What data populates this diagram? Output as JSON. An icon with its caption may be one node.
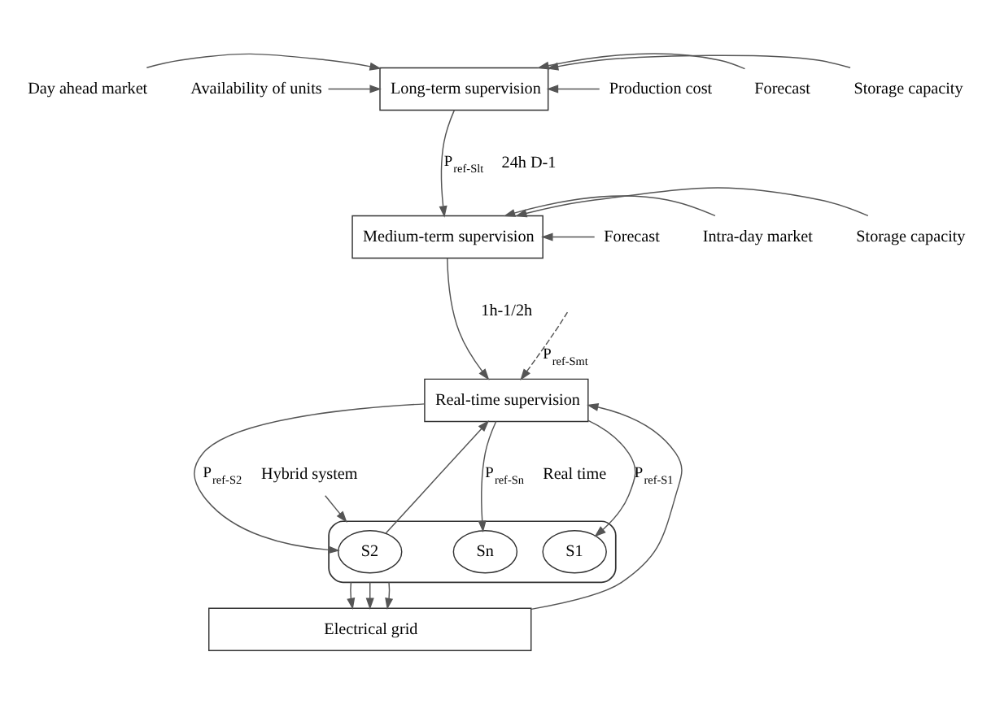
{
  "diagram": {
    "nodes": [
      {
        "text": [
          "Day ahead market"
        ]
      },
      {
        "text": [
          "Availability of units"
        ]
      },
      {
        "text": [
          "Long-term supervision"
        ]
      },
      {
        "text": [
          "Storage capacity"
        ]
      },
      {
        "text": [
          "Forecast"
        ]
      },
      {
        "text": [
          "Production cost"
        ]
      },
      {
        "text": [
          "Medium-term supervision"
        ]
      },
      {
        "text": [
          "Intra-day market"
        ]
      },
      {
        "text": [
          "Forecast"
        ]
      },
      {
        "text": [
          "Storage capacity"
        ]
      },
      {
        "text": [
          "Real-time supervision"
        ]
      },
      {
        "text": [
          "Hybrid system"
        ]
      },
      {
        "text": [],
        "shape": "ellipse"
      },
      {
        "text": [
          "S1"
        ],
        "in": 12
      },
      {
        "text": [
          "S2"
        ],
        "in": 12
      },
      {
        "text": [
          "Sn"
        ],
        "in": 12
      },
      {
        "text": [
          "Electrical grid"
        ]
      }
    ],
    "edges": [
      {
        "from": 0,
        "to": 2,
        "arrow": "to"
      },
      {
        "from": 1,
        "to": 2,
        "arrow": "to"
      },
      {
        "from": 3,
        "to": 2,
        "arrow": "to"
      },
      {
        "from": 4,
        "to": 2,
        "arrow": "to"
      },
      {
        "from": 5,
        "to": 2,
        "arrow": "to"
      },
      {
        "from": 2,
        "to": 6,
        "arrow": "to",
        "label": "P$_{ref-Slt}$"
      },
      {
        "from": 7,
        "to": 6,
        "arrow": "to"
      },
      {
        "from": 8,
        "to": 6,
        "arrow": "to"
      },
      {
        "from": 9,
        "to": 6,
        "arrow": "to"
      },
      {
        "from": null,
        "to": 10,
        "arrow": "to",
        "style": "dashed",
        "label": "P$_{ref-Smt}$"
      },
      {
        "from": 6,
        "to": 10,
        "arrow": "to"
      },
      {
        "from": 10,
        "to": 13,
        "arrow": "to",
        "label": "P$_{ref-S1}$"
      },
      {
        "from": 10,
        "to": 14,
        "arrow": "to",
        "label": "P$_{ref-S2}$"
      },
      {
        "from": 10,
        "to": 15,
        "arrow": "to",
        "label": "P$_{ref-Sn}$"
      },
      {
        "from": 11,
        "to": 12,
        "arrow": "to"
      },
      {
        "from": 12,
        "to": 10,
        "arrow": "to"
      },
      {
        "from": 12,
        "to": 16,
        "arrow": "to"
      },
      {
        "from": 12,
        "to": 16,
        "arrow": "to"
      },
      {
        "from": 12,
        "to": 16,
        "arrow": "to"
      },
      {
        "from": 16,
        "to": 10,
        "arrow": "to"
      }
    ],
    "labels": [
      "24h D-1",
      "1h-1/2h",
      "Real time"
    ]
  }
}
